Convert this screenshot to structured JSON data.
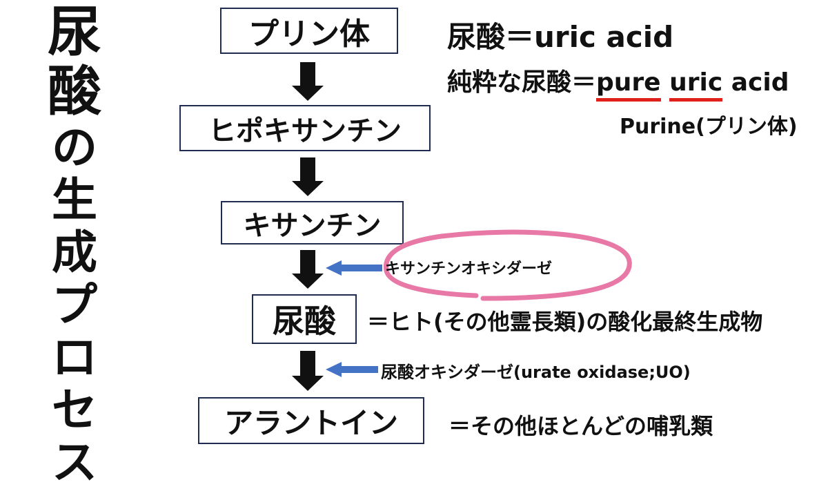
{
  "title": {
    "chars": [
      "尿",
      "酸",
      "の",
      "生",
      "成",
      "プ",
      "ロ",
      "セ",
      "ス"
    ]
  },
  "flow": {
    "purine": "プリン体",
    "hypoxanthine": "ヒポキサンチン",
    "xanthine": "キサンチン",
    "uric_acid": "尿酸",
    "allantoin": "アラントイン"
  },
  "notes": {
    "eq1": "尿酸＝uric acid",
    "eq2_prefix": "純粋な尿酸＝",
    "eq2_pure": "pure",
    "eq2_space": " ",
    "eq2_uric": "uric",
    "eq2_suffix": " acid",
    "purine_note": "Purine(プリン体)",
    "enzyme1": "キサンチンオキシダーゼ",
    "enzyme2": "尿酸オキシダーゼ(urate oxidase;UO)",
    "annotation1": "＝ヒト(その他霊長類)の酸化最終生成物",
    "annotation2": "＝その他ほとんどの哺乳類"
  },
  "colors": {
    "box_border": "#1f2b4f",
    "arrow_main": "#111111",
    "arrow_blue": "#4472c4",
    "underline_red": "#e0201b",
    "highlight_pink": "#e879a6"
  }
}
